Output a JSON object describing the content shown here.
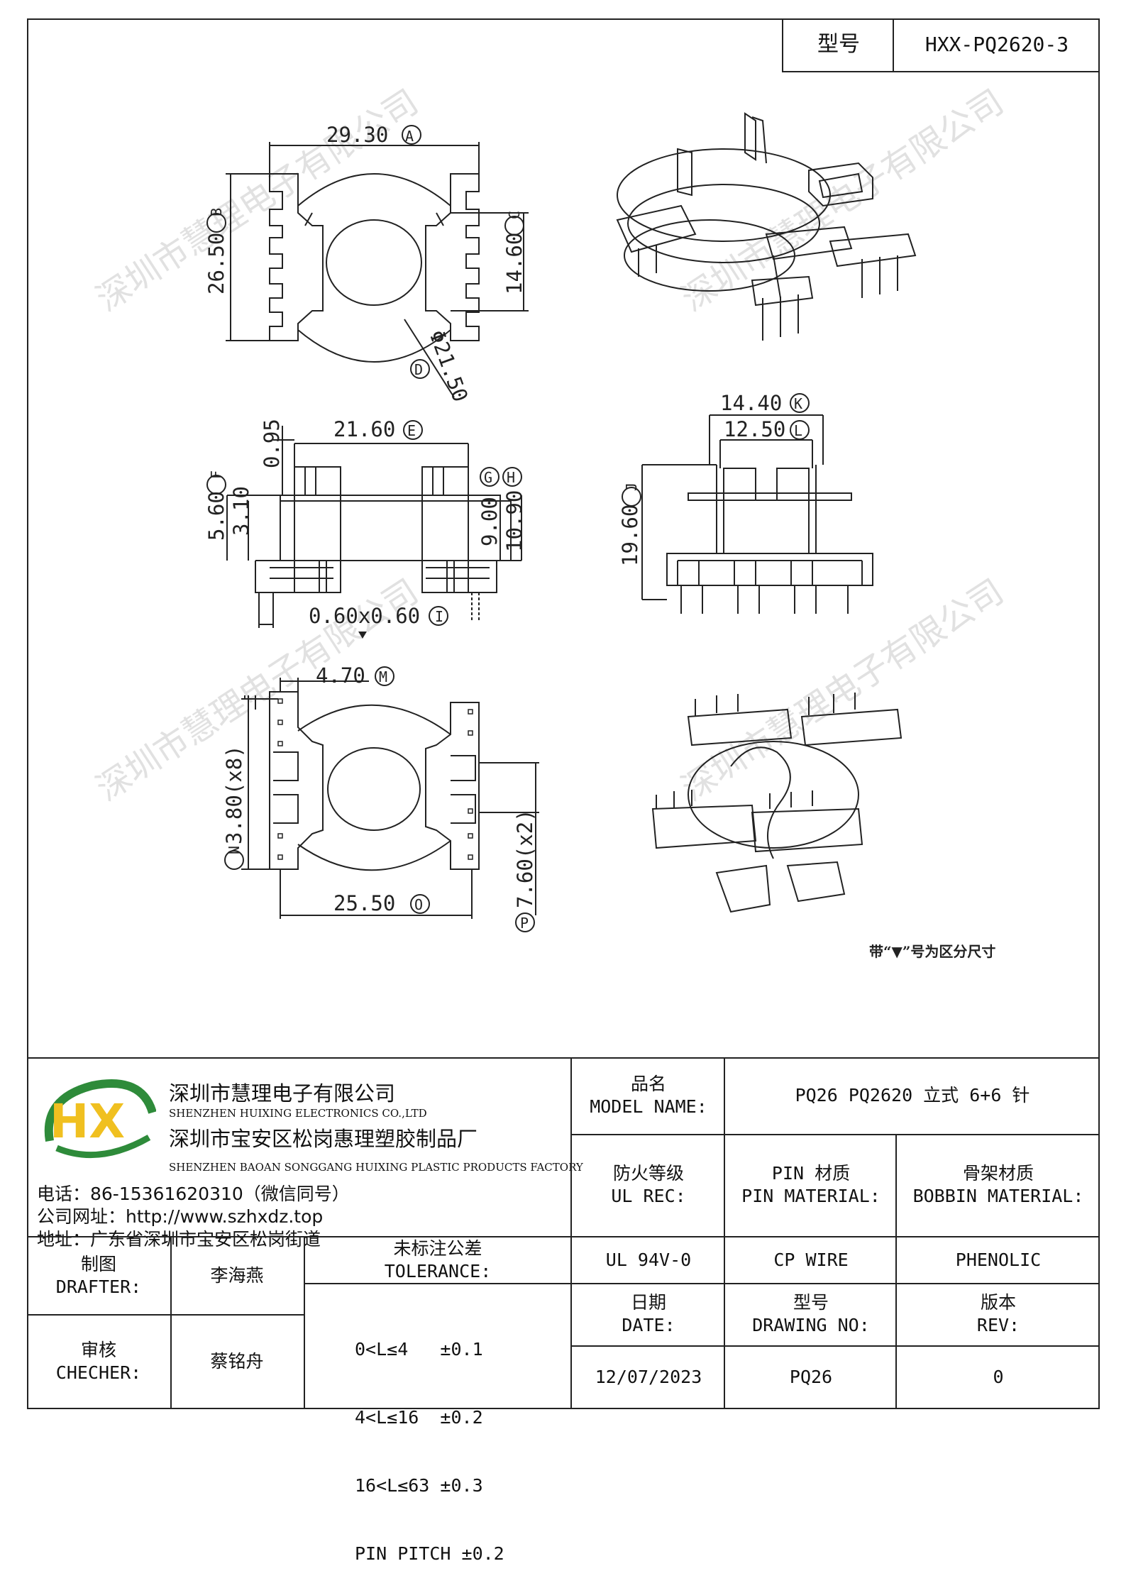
{
  "header": {
    "model_label": "型号",
    "model_value": "HXX-PQ2620-3"
  },
  "watermark": "深圳市慧理电子有限公司",
  "drawing": {
    "top_view": {
      "dim_a": "29.30",
      "dim_b": "26.50",
      "dim_c": "14.60",
      "dim_d": "Φ21.50",
      "mark_a": "A",
      "mark_b": "B",
      "mark_c": "C",
      "mark_d": "D"
    },
    "side_view": {
      "dim_e": "21.60",
      "dim_095": "0.95",
      "dim_f": "5.60",
      "dim_310": "3.10",
      "dim_900": "9.00",
      "dim_1090": "10.90",
      "dim_i": "0.60x0.60",
      "mark_e": "E",
      "mark_f": "F",
      "mark_g": "G",
      "mark_h": "H",
      "mark_i": "I"
    },
    "front_view": {
      "dim_k": "14.40",
      "dim_l": "12.50",
      "dim_j": "19.60",
      "mark_k": "K",
      "mark_l": "L",
      "mark_j": "J"
    },
    "bottom_view": {
      "dim_m": "4.70",
      "dim_n": "3.80(x8)",
      "dim_o": "25.50",
      "dim_p": "7.60(x2)",
      "mark_m": "M",
      "mark_n": "N",
      "mark_o": "O",
      "mark_p": "P"
    },
    "note": "带“▼”号为区分尺寸"
  },
  "company": {
    "logo_text": "HX",
    "name_cn": "深圳市慧理电子有限公司",
    "name_en": "SHENZHEN HUIXING ELECTRONICS CO.,LTD",
    "factory_cn": "深圳市宝安区松岗惠理塑胶制品厂",
    "factory_en": "SHENZHEN BAOAN SONGGANG HUIXING PLASTIC PRODUCTS FACTORY",
    "phone": "电话：86-15361620310（微信同号）",
    "website": "公司网址：http://www.szhxdz.top",
    "address": "地址：广东省深圳市宝安区松岗街道"
  },
  "title_block": {
    "model_name_label_cn": "品名",
    "model_name_label_en": "MODEL NAME:",
    "model_name_value": "PQ26 PQ2620 立式 6+6 针",
    "ul_label_cn": "防火等级",
    "ul_label_en": "UL REC:",
    "pin_label_cn": "PIN 材质",
    "pin_label_en": "PIN MATERIAL:",
    "bobbin_label_cn": "骨架材质",
    "bobbin_label_en": "BOBBIN MATERIAL:",
    "ul_value": "UL 94V-0",
    "pin_value": "CP WIRE",
    "bobbin_value": "PHENOLIC",
    "drafter_label_cn": "制图",
    "drafter_label_en": "DRAFTER:",
    "drafter_value": "李海燕",
    "checker_label_cn": "审核",
    "checker_label_en": "CHECHER:",
    "checker_value": "蔡铭舟",
    "tolerance_label_cn": "未标注公差",
    "tolerance_label_en": "TOLERANCE:",
    "tolerance_lines": [
      "0<L≤4   ±0.1",
      "4<L≤16  ±0.2",
      "16<L≤63 ±0.3",
      "PIN PITCH ±0.2"
    ],
    "date_label_cn": "日期",
    "date_label_en": "DATE:",
    "date_value": "12/07/2023",
    "drawing_no_label_cn": "型号",
    "drawing_no_label_en": "DRAWING NO:",
    "drawing_no_value": "PQ26",
    "rev_label_cn": "版本",
    "rev_label_en": "REV:",
    "rev_value": "0"
  }
}
